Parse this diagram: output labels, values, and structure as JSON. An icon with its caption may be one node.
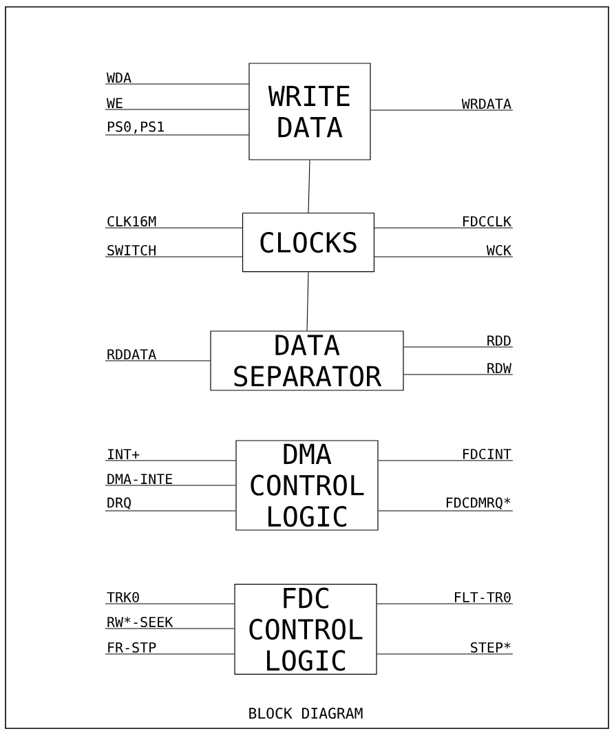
{
  "diagram": {
    "caption": "BLOCK DIAGRAM",
    "nodes": [
      {
        "text": [
          "WDA"
        ]
      },
      {
        "text": [
          "WE"
        ]
      },
      {
        "text": [
          "PS0,PS1"
        ]
      },
      {
        "text": [
          "WRITE DATA"
        ]
      },
      {
        "text": [
          "WRDATA"
        ]
      },
      {
        "text": [
          "CLK16M"
        ]
      },
      {
        "text": [
          "SWITCH"
        ]
      },
      {
        "text": [
          "CLOCKS"
        ]
      },
      {
        "text": [
          "FDCCLK"
        ]
      },
      {
        "text": [
          "WCK"
        ]
      },
      {
        "text": [
          "RDDATA"
        ]
      },
      {
        "text": [
          "DATA SEPARATOR"
        ]
      },
      {
        "text": [
          "RDD"
        ]
      },
      {
        "text": [
          "RDW"
        ]
      },
      {
        "text": [
          "INT+"
        ]
      },
      {
        "text": [
          "DMA-INTE"
        ]
      },
      {
        "text": [
          "DRQ"
        ]
      },
      {
        "text": [
          "DMA CONTROL LOGIC"
        ]
      },
      {
        "text": [
          "FDCINT"
        ]
      },
      {
        "text": [
          "FDCDMRQ*"
        ]
      },
      {
        "text": [
          "TRK0"
        ]
      },
      {
        "text": [
          "RW*-SEEK"
        ]
      },
      {
        "text": [
          "FR-STP"
        ]
      },
      {
        "text": [
          "FDC CONTROL LOGIC"
        ]
      },
      {
        "text": [
          "FLT-TR0"
        ]
      },
      {
        "text": [
          "STEP*"
        ]
      }
    ],
    "edges": [
      {
        "from": 0,
        "to": 3,
        "arrow": "none"
      },
      {
        "from": 1,
        "to": 3,
        "arrow": "none"
      },
      {
        "from": 2,
        "to": 3,
        "arrow": "none"
      },
      {
        "from": 3,
        "to": 4,
        "arrow": "none"
      },
      {
        "from": 3,
        "to": 7,
        "arrow": "none"
      },
      {
        "from": 5,
        "to": 7,
        "arrow": "none"
      },
      {
        "from": 6,
        "to": 7,
        "arrow": "none"
      },
      {
        "from": 7,
        "to": 8,
        "arrow": "none"
      },
      {
        "from": 7,
        "to": 9,
        "arrow": "none"
      },
      {
        "from": 7,
        "to": 11,
        "arrow": "none"
      },
      {
        "from": 10,
        "to": 11,
        "arrow": "none"
      },
      {
        "from": 11,
        "to": 12,
        "arrow": "none"
      },
      {
        "from": 11,
        "to": 13,
        "arrow": "none"
      },
      {
        "from": 14,
        "to": 17,
        "arrow": "none"
      },
      {
        "from": 15,
        "to": 17,
        "arrow": "none"
      },
      {
        "from": 16,
        "to": 17,
        "arrow": "none"
      },
      {
        "from": 17,
        "to": 18,
        "arrow": "none"
      },
      {
        "from": 17,
        "to": 19,
        "arrow": "none"
      },
      {
        "from": 20,
        "to": 23,
        "arrow": "none"
      },
      {
        "from": 21,
        "to": 23,
        "arrow": "none"
      },
      {
        "from": 22,
        "to": 23,
        "arrow": "none"
      },
      {
        "from": 23,
        "to": 24,
        "arrow": "none"
      },
      {
        "from": 23,
        "to": 25,
        "arrow": "none"
      }
    ]
  }
}
